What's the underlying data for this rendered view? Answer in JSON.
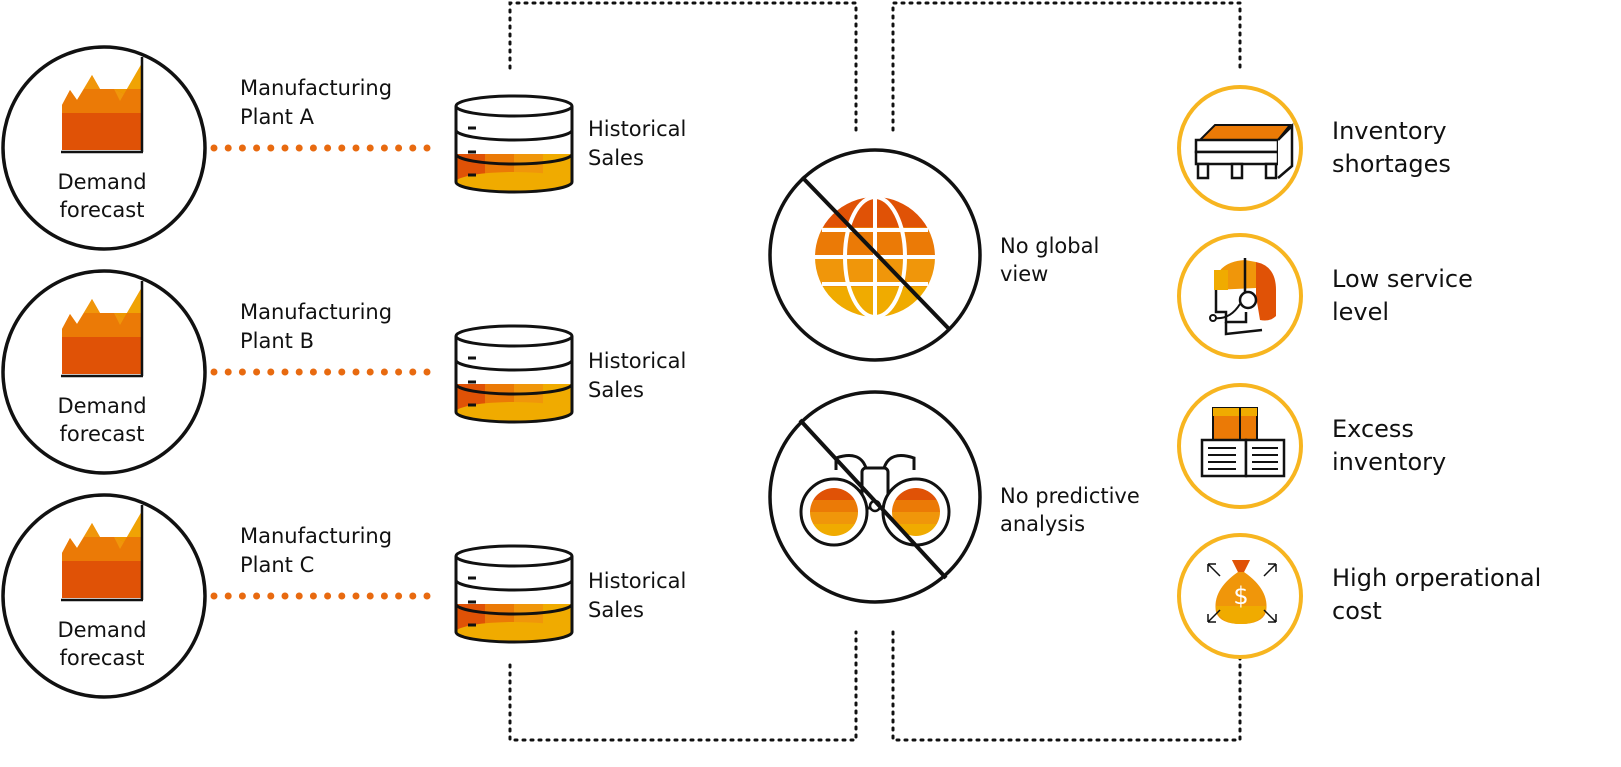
{
  "plants": [
    {
      "demand_line1": "Demand",
      "demand_line2": "forecast",
      "plant_line1": "Manufacturing",
      "plant_line2": "Plant A",
      "db_line1": "Historical",
      "db_line2": "Sales"
    },
    {
      "demand_line1": "Demand",
      "demand_line2": "forecast",
      "plant_line1": "Manufacturing",
      "plant_line2": "Plant B",
      "db_line1": "Historical",
      "db_line2": "Sales"
    },
    {
      "demand_line1": "Demand",
      "demand_line2": "forecast",
      "plant_line1": "Manufacturing",
      "plant_line2": "Plant C",
      "db_line1": "Historical",
      "db_line2": "Sales"
    }
  ],
  "problems": [
    {
      "line1": "No global",
      "line2": "view",
      "icon": "globe-icon"
    },
    {
      "line1": "No predictive",
      "line2": "analysis",
      "icon": "binoculars-icon"
    }
  ],
  "impacts": [
    {
      "line1": "Inventory",
      "line2": "shortages",
      "icon": "pallet-icon"
    },
    {
      "line1": "Low service",
      "line2": "level",
      "icon": "headset-agent-icon"
    },
    {
      "line1": "Excess",
      "line2": "inventory",
      "icon": "crates-icon"
    },
    {
      "line1": "High orperational",
      "line2": "cost",
      "icon": "money-bag-icon"
    }
  ],
  "colors": {
    "orange_dark": "#e05206",
    "orange": "#eb7a06",
    "orange_mid": "#f0960a",
    "yellow": "#f0ab00",
    "ring": "#f7b520",
    "ink": "#111111"
  }
}
